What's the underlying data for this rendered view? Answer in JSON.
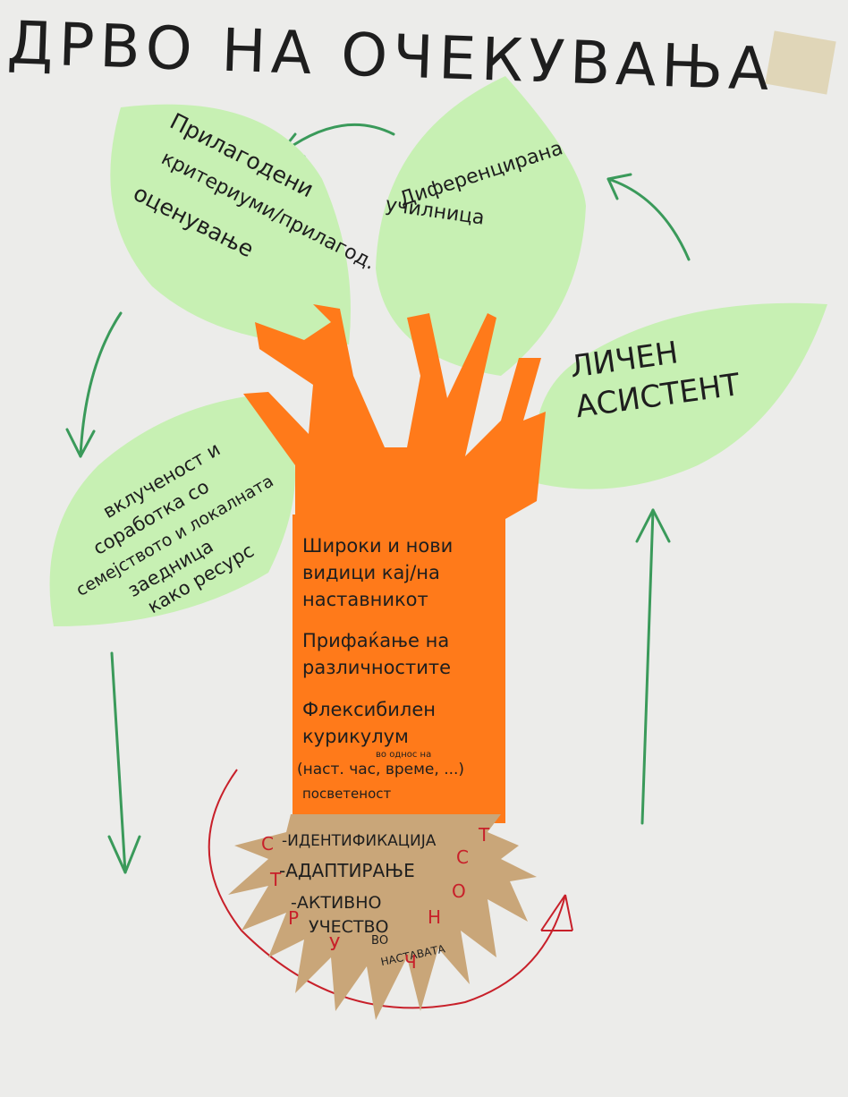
{
  "poster": {
    "title": "ДРВО НА ОЧЕКУВАЊА",
    "leaves": {
      "top_left": [
        "Прилагодени",
        "критериуми/прилагод.",
        "оценување"
      ],
      "top_middle": [
        "Диференцирана",
        "училница"
      ],
      "right": [
        "ЛИЧЕН",
        "АСИСТЕНТ"
      ],
      "left": [
        "вклученост и",
        "соработка со",
        "семејството и локалната",
        "заедница",
        "како ресурс"
      ]
    },
    "trunk": [
      "Широки и нови",
      "видици кај/на",
      "наставникот",
      "Прифаќање на",
      "различностите",
      "Флексибилен",
      "курикулум",
      "во однос на",
      "(наст. час, време, ...)",
      "посветеност"
    ],
    "roots": [
      "-ИДЕНТИФИКАЦИЈА",
      "-АДАПТИРАЊЕ",
      "-АКТИВНО",
      "УЧЕСТВО",
      "ВО",
      "НАСТАВАТА"
    ],
    "root_letters": {
      "left": [
        "С",
        "Т",
        "Р",
        "У"
      ],
      "right": [
        "Т",
        "С",
        "О",
        "Н",
        "Ч"
      ]
    },
    "colors": {
      "paper": "#ececea",
      "leaf": "#c7f0b3",
      "trunk": "#ff7a1a",
      "roots": "#c9a679",
      "arrow_green": "#3a9a5a",
      "arrow_red": "#c8202a",
      "ink": "#1e1e1e"
    }
  }
}
